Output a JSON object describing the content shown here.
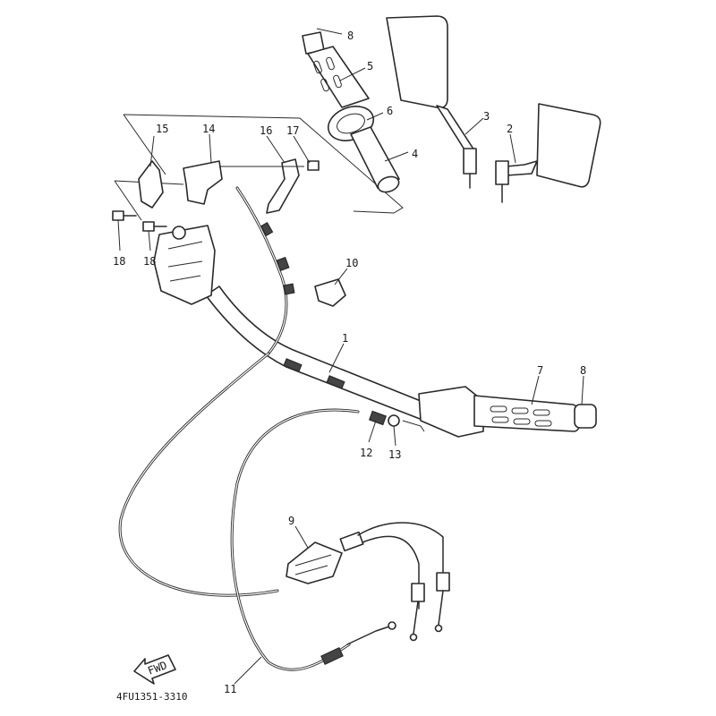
{
  "diagram": {
    "drawing_code": "4FU1351-3310",
    "fwd_label": "FWD",
    "callouts": {
      "c1": "1",
      "c2": "2",
      "c3": "3",
      "c4": "4",
      "c5": "5",
      "c6": "6",
      "c7": "7",
      "c8_top": "8",
      "c8_right": "8",
      "c9": "9",
      "c10": "10",
      "c11": "11",
      "c12": "12",
      "c13": "13",
      "c14": "14",
      "c15": "15",
      "c16": "16",
      "c17": "17",
      "c18_a": "18",
      "c18_b": "18"
    }
  }
}
